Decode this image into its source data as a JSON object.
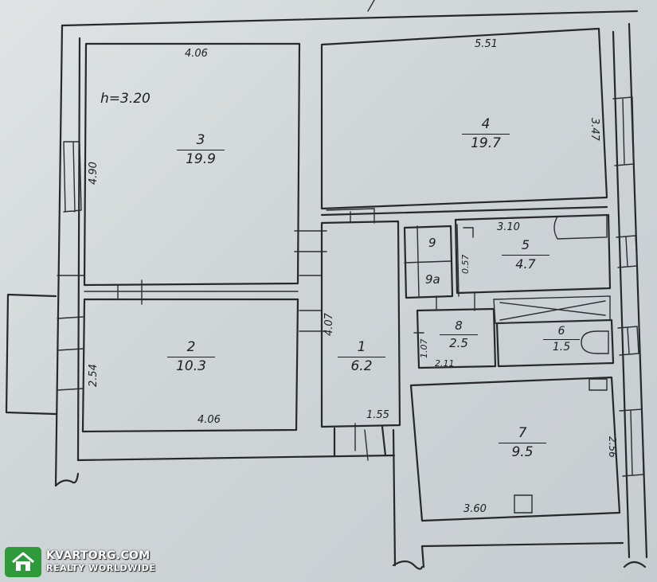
{
  "plan": {
    "ceiling_height": "h=3.20",
    "rooms": [
      {
        "id": "3",
        "number": "3",
        "area": "19.9"
      },
      {
        "id": "4",
        "number": "4",
        "area": "19.7"
      },
      {
        "id": "2",
        "number": "2",
        "area": "10.3"
      },
      {
        "id": "1",
        "number": "1",
        "area": "6.2"
      },
      {
        "id": "5",
        "number": "5",
        "area": "4.7"
      },
      {
        "id": "6",
        "number": "6",
        "area": "1.5"
      },
      {
        "id": "7",
        "number": "7",
        "area": "9.5"
      },
      {
        "id": "8",
        "number": "8",
        "area": "2.5"
      },
      {
        "id": "9",
        "number": "9",
        "area": ""
      },
      {
        "id": "9a",
        "number": "9a",
        "area": ""
      }
    ],
    "dimensions": {
      "room3_width": "4.06",
      "room3_height": "4.90",
      "room4_width": "5.51",
      "room4_height": "3.47",
      "room2_width": "4.06",
      "room2_height": "2.54",
      "room1_height": "4.07",
      "room1_width": "1.55",
      "room5_width": "3.10",
      "room5_height": "0.57",
      "room8_width": "2.11",
      "room8_height": "1.07",
      "room7_width": "3.60",
      "room7_height": "2.56"
    }
  },
  "watermark": {
    "brand": "KVARTORG.COM",
    "tagline": "REALTY WORLDWIDE",
    "color": "#2f9a3a"
  }
}
